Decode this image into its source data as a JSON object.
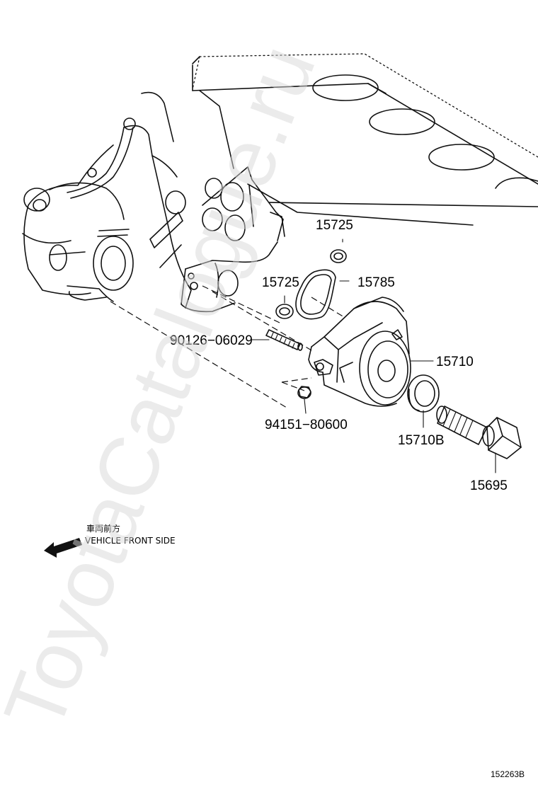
{
  "parts": {
    "p15725_top": "15725",
    "p15725_left": "15725",
    "p15785": "15785",
    "p15710": "15710",
    "p90126": "90126−06029",
    "p94151": "94151−80600",
    "p15710b": "15710B",
    "p15695": "15695"
  },
  "orientation": {
    "japanese": "車両前方",
    "english": "VEHICLE FRONT SIDE"
  },
  "diagram_code": "152263B",
  "watermark": "ToyotaCatalogue.ru",
  "icons": [
    "front-direction-arrow-icon"
  ]
}
